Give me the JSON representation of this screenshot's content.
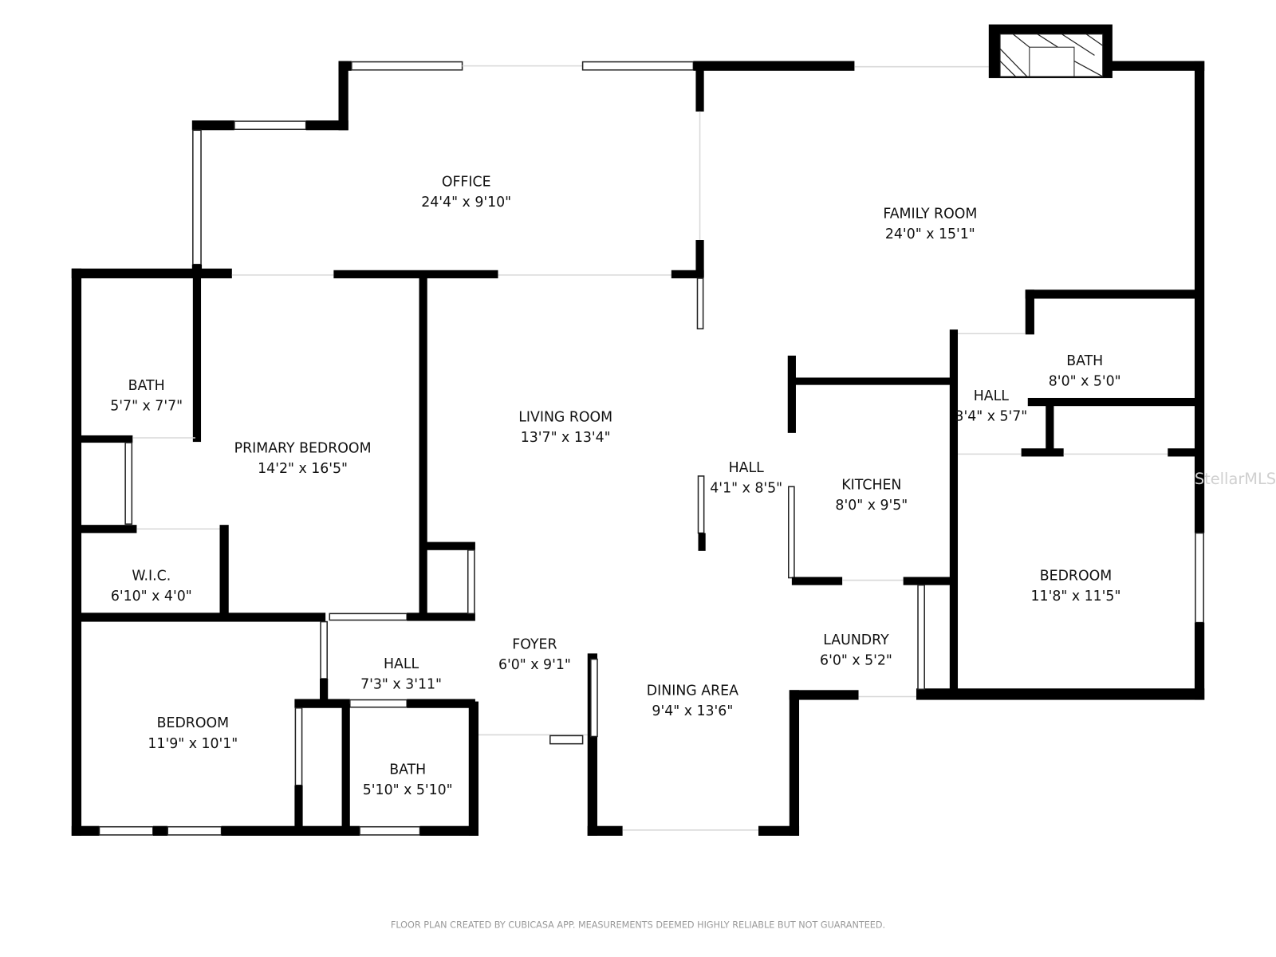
{
  "rooms": [
    {
      "name": "OFFICE",
      "size": "24'4\" x 9'10\""
    },
    {
      "name": "FAMILY ROOM",
      "size": "24'0\" x 15'1\""
    },
    {
      "name": "BATH",
      "size": "5'7\" x 7'7\""
    },
    {
      "name": "PRIMARY BEDROOM",
      "size": "14'2\" x 16'5\""
    },
    {
      "name": "LIVING ROOM",
      "size": "13'7\" x 13'4\""
    },
    {
      "name": "HALL",
      "size": "4'1\" x 8'5\""
    },
    {
      "name": "KITCHEN",
      "size": "8'0\" x 9'5\""
    },
    {
      "name": "HALL",
      "size": "3'4\" x 5'7\""
    },
    {
      "name": "BATH",
      "size": "8'0\" x 5'0\""
    },
    {
      "name": "W.I.C.",
      "size": "6'10\" x 4'0\""
    },
    {
      "name": "BEDROOM",
      "size": "11'8\" x 11'5\""
    },
    {
      "name": "LAUNDRY",
      "size": "6'0\" x 5'2\""
    },
    {
      "name": "HALL",
      "size": "7'3\" x 3'11\""
    },
    {
      "name": "FOYER",
      "size": "6'0\" x 9'1\""
    },
    {
      "name": "DINING AREA",
      "size": "9'4\" x 13'6\""
    },
    {
      "name": "BEDROOM",
      "size": "11'9\" x 10'1\""
    },
    {
      "name": "BATH",
      "size": "5'10\" x 5'10\""
    }
  ],
  "footer": "FLOOR PLAN CREATED BY CUBICASA APP. MEASUREMENTS DEEMED HIGHLY RELIABLE BUT NOT GUARANTEED.",
  "watermark": "StellarMLS",
  "colors": {
    "walls": "#000000",
    "background": "#ffffff"
  }
}
